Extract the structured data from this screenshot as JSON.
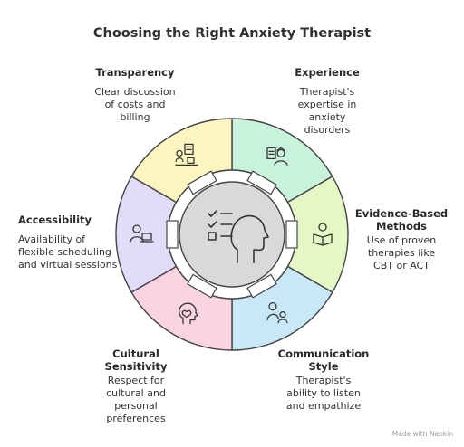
{
  "title": "Choosing the Right Anxiety Therapist",
  "segments": [
    {
      "key": "experience",
      "title": "Experience",
      "description": "Therapist's expertise in anxiety disorders",
      "icon": "doctor-icon",
      "color": "#c9f2dc"
    },
    {
      "key": "evidence",
      "title": "Evidence-Based Methods",
      "description": "Use of proven therapies like CBT or ACT",
      "icon": "reading-icon",
      "color": "#e3f8c4"
    },
    {
      "key": "communication",
      "title": "Communication Style",
      "description": "Therapist's ability to listen and empathize",
      "icon": "listening-icon",
      "color": "#c8e8f8"
    },
    {
      "key": "cultural",
      "title": "Cultural Sensitivity",
      "description": "Respect for cultural and personal preferences",
      "icon": "heart-head-icon",
      "color": "#fbd4e4"
    },
    {
      "key": "accessibility",
      "title": "Accessibility",
      "description": "Availability of flexible scheduling and virtual sessions",
      "icon": "laptop-user-icon",
      "color": "#e2dcf8"
    },
    {
      "key": "transparency",
      "title": "Transparency",
      "description": "Clear discussion of costs and billing",
      "icon": "billing-icon",
      "color": "#fbf6c0"
    }
  ],
  "center_icon": "checklist-head-icon",
  "watermark": "Made with  Napkin"
}
